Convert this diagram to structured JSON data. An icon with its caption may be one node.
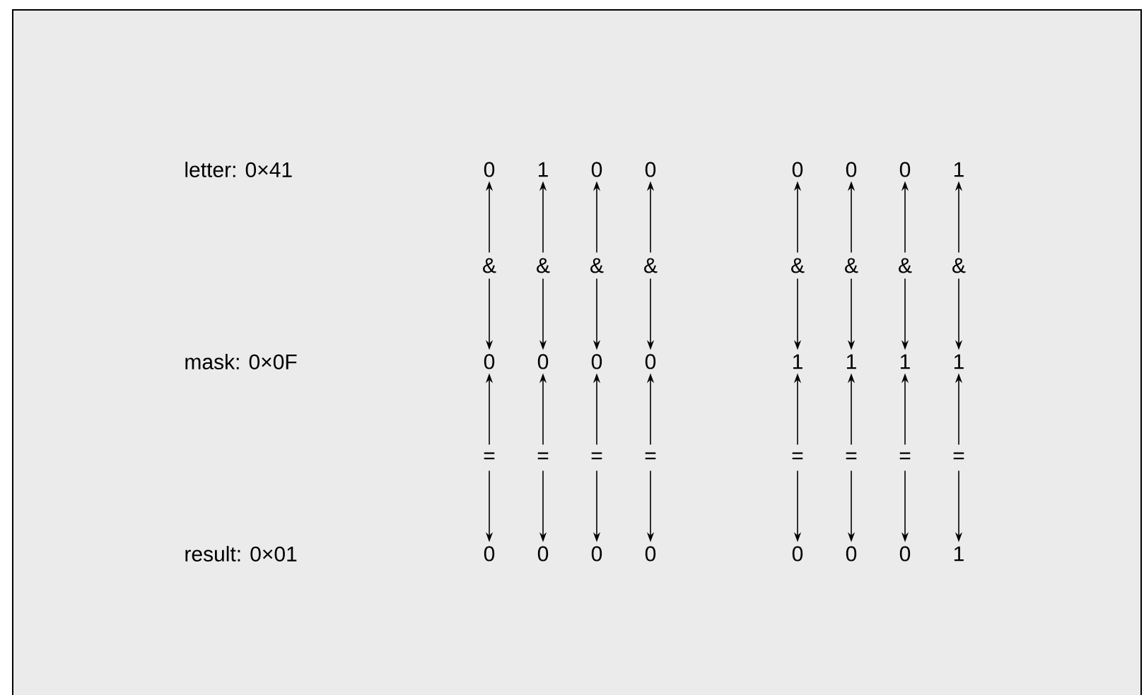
{
  "diagram": {
    "nodes": [
      {
        "text": [
          "0"
        ]
      },
      {
        "text": [
          "1"
        ]
      },
      {
        "text": [
          "0"
        ]
      },
      {
        "text": [
          "0"
        ]
      },
      {
        "text": [
          "0"
        ]
      },
      {
        "text": [
          "0"
        ]
      },
      {
        "text": [
          "0"
        ]
      },
      {
        "text": [
          "1"
        ]
      },
      {
        "text": [
          "&"
        ]
      },
      {
        "text": [
          "&"
        ]
      },
      {
        "text": [
          "&"
        ]
      },
      {
        "text": [
          "&"
        ]
      },
      {
        "text": [
          "&"
        ]
      },
      {
        "text": [
          "&"
        ]
      },
      {
        "text": [
          "&"
        ]
      },
      {
        "text": [
          "&"
        ]
      },
      {
        "text": [
          "0"
        ]
      },
      {
        "text": [
          "0"
        ]
      },
      {
        "text": [
          "0"
        ]
      },
      {
        "text": [
          "0"
        ]
      },
      {
        "text": [
          "1"
        ]
      },
      {
        "text": [
          "1"
        ]
      },
      {
        "text": [
          "1"
        ]
      },
      {
        "text": [
          "1"
        ]
      },
      {
        "text": [
          "="
        ]
      },
      {
        "text": [
          "="
        ]
      },
      {
        "text": [
          "="
        ]
      },
      {
        "text": [
          "="
        ]
      },
      {
        "text": [
          "="
        ]
      },
      {
        "text": [
          "="
        ]
      },
      {
        "text": [
          "="
        ]
      },
      {
        "text": [
          "="
        ]
      },
      {
        "text": [
          "0"
        ]
      },
      {
        "text": [
          "0"
        ]
      },
      {
        "text": [
          "0"
        ]
      },
      {
        "text": [
          "0"
        ]
      },
      {
        "text": [
          "0"
        ]
      },
      {
        "text": [
          "0"
        ]
      },
      {
        "text": [
          "0"
        ]
      },
      {
        "text": [
          "1"
        ]
      }
    ],
    "edges": [
      {
        "from": 8,
        "to": 0,
        "arrow": "to"
      },
      {
        "from": 8,
        "to": 16,
        "arrow": "to"
      },
      {
        "from": 9,
        "to": 1,
        "arrow": "to"
      },
      {
        "from": 9,
        "to": 17,
        "arrow": "to"
      },
      {
        "from": 10,
        "to": 2,
        "arrow": "to"
      },
      {
        "from": 10,
        "to": 18,
        "arrow": "to"
      },
      {
        "from": 11,
        "to": 3,
        "arrow": "to"
      },
      {
        "from": 11,
        "to": 19,
        "arrow": "to"
      },
      {
        "from": 12,
        "to": 4,
        "arrow": "to"
      },
      {
        "from": 12,
        "to": 20,
        "arrow": "to"
      },
      {
        "from": 13,
        "to": 5,
        "arrow": "to"
      },
      {
        "from": 13,
        "to": 21,
        "arrow": "to"
      },
      {
        "from": 14,
        "to": 6,
        "arrow": "to"
      },
      {
        "from": 14,
        "to": 22,
        "arrow": "to"
      },
      {
        "from": 15,
        "to": 7,
        "arrow": "to"
      },
      {
        "from": 15,
        "to": 23,
        "arrow": "to"
      },
      {
        "from": 24,
        "to": 16,
        "arrow": "to"
      },
      {
        "from": 24,
        "to": 32,
        "arrow": "to"
      },
      {
        "from": 25,
        "to": 17,
        "arrow": "to"
      },
      {
        "from": 25,
        "to": 33,
        "arrow": "to"
      },
      {
        "from": 26,
        "to": 18,
        "arrow": "to"
      },
      {
        "from": 26,
        "to": 34,
        "arrow": "to"
      },
      {
        "from": 27,
        "to": 19,
        "arrow": "to"
      },
      {
        "from": 27,
        "to": 35,
        "arrow": "to"
      },
      {
        "from": 28,
        "to": 20,
        "arrow": "to"
      },
      {
        "from": 28,
        "to": 36,
        "arrow": "to"
      },
      {
        "from": 29,
        "to": 21,
        "arrow": "to"
      },
      {
        "from": 29,
        "to": 37,
        "arrow": "to"
      },
      {
        "from": 30,
        "to": 22,
        "arrow": "to"
      },
      {
        "from": 30,
        "to": 38,
        "arrow": "to"
      },
      {
        "from": 31,
        "to": 23,
        "arrow": "to"
      },
      {
        "from": 31,
        "to": 39,
        "arrow": "to"
      }
    ],
    "labels": [
      "letter: 0×41",
      "mask: 0×0F",
      "result: 0×01"
    ]
  }
}
